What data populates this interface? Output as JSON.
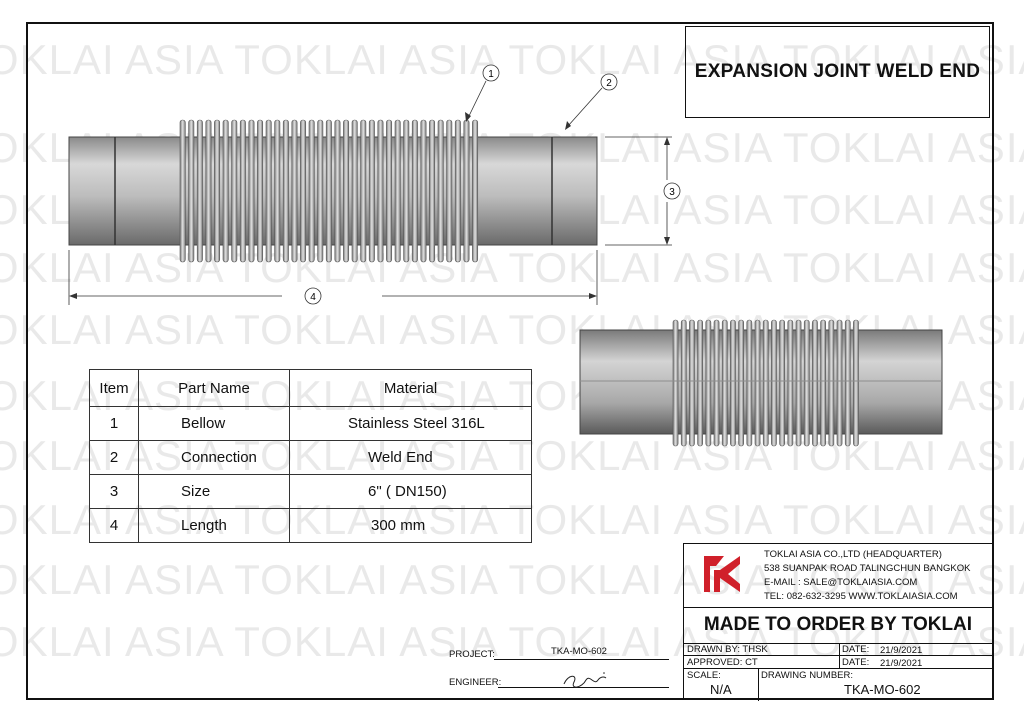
{
  "watermark_text": "TOKLAI ASIA TOKLAI ASIA TOKLAI ASIA TOKLAI ASIA TOKLAI",
  "title": "EXPANSION JOINT WELD END",
  "callouts": [
    "1",
    "2",
    "3",
    "4"
  ],
  "bom": {
    "headers": [
      "Item",
      "Part Name",
      "Material"
    ],
    "rows": [
      [
        "1",
        "Bellow",
        "Stainless Steel 316L"
      ],
      [
        "2",
        "Connection",
        "Weld End"
      ],
      [
        "3",
        "Size",
        "6\" ( DN150)"
      ],
      [
        "4",
        "Length",
        "300 mm"
      ]
    ]
  },
  "company": {
    "name": "TOKLAI ASIA CO.,LTD (HEADQUARTER)",
    "address": "538 SUANPAK ROAD TALINGCHUN BANGKOK",
    "email": "E-MAIL : SALE@TOKLAIASIA.COM",
    "contact": "TEL: 082-632-3295  WWW.TOKLAIASIA.COM"
  },
  "made_to_order": "MADE TO ORDER BY TOKLAI",
  "title_block": {
    "drawn_by": "DRAWN BY: THSK",
    "approved": "APPROVED: CT",
    "date_label_1": "DATE:",
    "date_1": "21/9/2021",
    "date_label_2": "DATE:",
    "date_2": "21/9/2021",
    "scale_label": "SCALE:",
    "scale": "N/A",
    "drawing_number_label": "DRAWING NUMBER:",
    "drawing_number": "TKA-MO-602"
  },
  "project": {
    "project_label": "PROJECT:",
    "project_value": "TKA-MO-602",
    "engineer_label": "ENGINEER:"
  },
  "colors": {
    "logo_red": "#d0202a",
    "metal_light": "#cfcfcf",
    "metal_dark": "#6e6e6e"
  }
}
